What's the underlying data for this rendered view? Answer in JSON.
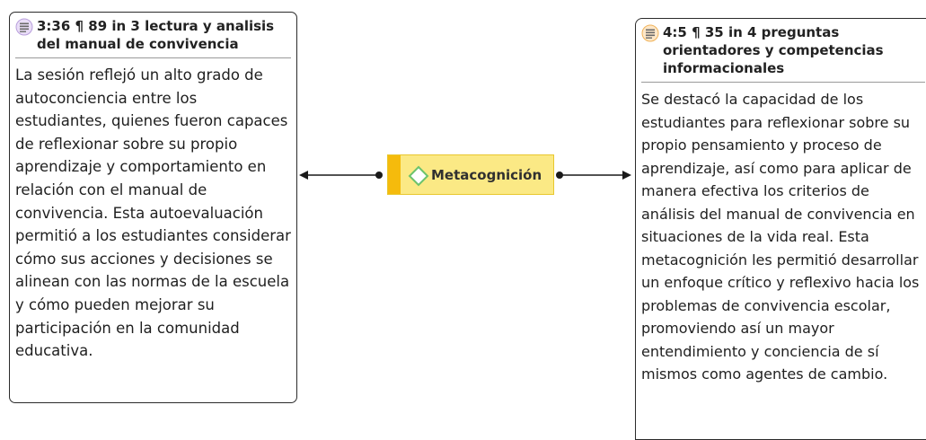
{
  "left_quote": {
    "title": "3:36 ¶ 89 in 3 lectura y analisis del manual de convivencia",
    "body": "La sesión reflejó un alto grado de autoconciencia entre los estudiantes, quienes fueron capaces de reflexionar sobre su propio aprendizaje y comportamiento en relación con el manual de convivencia. Esta autoevaluación permitió a los estudiantes considerar cómo sus acciones y decisiones se alinean con las normas de la escuela y cómo pueden mejorar su participación en la comunidad educativa.",
    "icon": "document-icon"
  },
  "code": {
    "label": "Metacognición",
    "icon": "diamond-icon",
    "colors": {
      "fill": "#fbe985",
      "accent": "#f5bb0c",
      "diamond": "#6cc36c"
    }
  },
  "right_quote": {
    "title": "4:5 ¶ 35 in 4 preguntas orientadores y competencias informacionales",
    "body": "Se destacó la capacidad de los estudiantes para reflexionar sobre su propio pensamiento y proceso de aprendizaje, así como para aplicar de manera efectiva los criterios de análisis del manual de convivencia en situaciones de la vida real. Esta metacognición les permitió desarrollar un enfoque crítico y reflexivo hacia los problemas de convivencia escolar, promoviendo así un mayor entendimiento y conciencia de sí mismos como agentes de cambio.",
    "icon": "document-icon"
  }
}
